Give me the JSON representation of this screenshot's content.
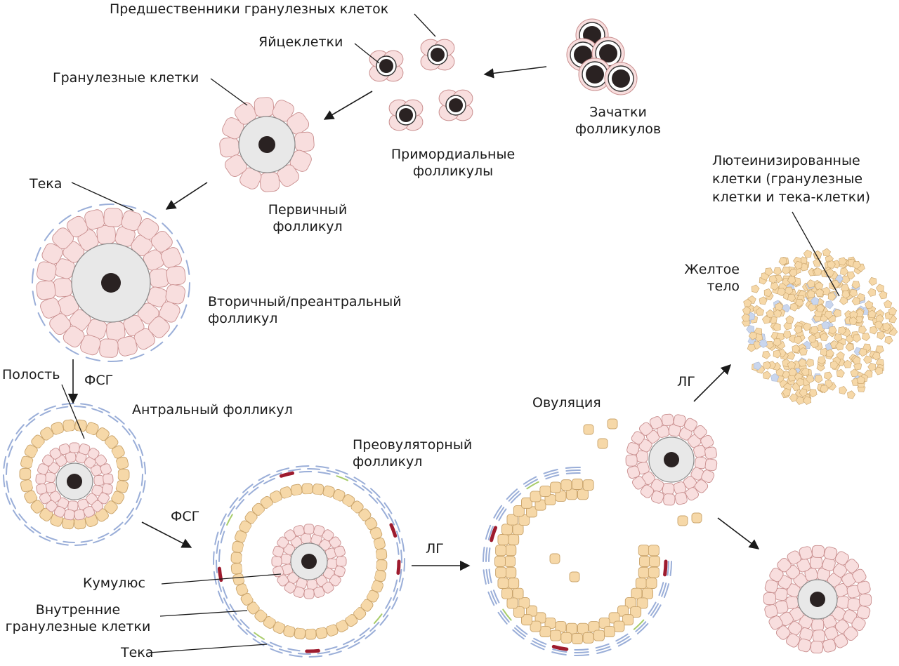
{
  "labels": {
    "granulosa_precursors": "Предшественники гранулезных клеток",
    "oocytes": "Яйцеклетки",
    "granulosa_cells": "Гранулезные клетки",
    "follicle_rudiments": [
      "Зачатки",
      "фолликулов"
    ],
    "primordial": [
      "Примордиальные",
      "фолликулы"
    ],
    "primary": [
      "Первичный",
      "фолликул"
    ],
    "theca_top": "Тека",
    "secondary": [
      "Вторичный/преантральный",
      "фолликул"
    ],
    "luteinized": [
      "Лютеинизированные",
      "клетки (гранулезные",
      "клетки и тека-клетки)"
    ],
    "corpus_luteum": [
      "Желтое",
      "тело"
    ],
    "cavity": "Полость",
    "fsh_1": "ФСГ",
    "antral": "Антральный фолликул",
    "fsh_2": "ФСГ",
    "preovulatory": [
      "Преовуляторный",
      "фолликул"
    ],
    "lh_1": "ЛГ",
    "ovulation": "Овуляция",
    "lh_2": "ЛГ",
    "cumulus": "Кумулюс",
    "inner_granulosa": [
      "Внутренние",
      "гранулезные клетки"
    ],
    "theca_bottom": "Тека"
  },
  "colors": {
    "pink_cell_fill": "#f8dede",
    "pink_cell_stroke": "#c98e8e",
    "tan_cell_fill": "#f6d8a8",
    "tan_cell_stroke": "#c9a36a",
    "oocyte_fill": "#e8e8e8",
    "nucleus": "#2a2222",
    "theca_blue": "#9aaed8",
    "theca_green": "#a8cc6a",
    "theca_red": "#9e1b2e",
    "luteal_dot": "#c9d6ee",
    "text": "#1a1a1a"
  }
}
